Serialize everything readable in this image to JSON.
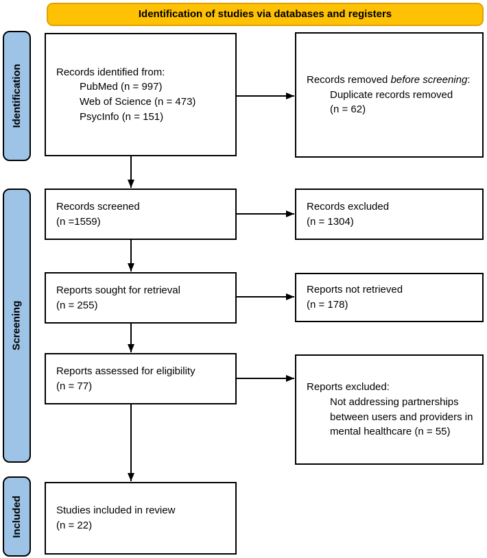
{
  "banner": {
    "title": "Identification of studies via databases and registers",
    "bg_color": "#FFC103"
  },
  "stage_bg_color": "#9DC3E6",
  "stages": [
    {
      "label": "Identification"
    },
    {
      "label": "Screening"
    },
    {
      "label": "Included"
    }
  ],
  "boxes": {
    "records_identified": {
      "heading": "Records identified from:",
      "items": [
        "PubMed (n = 997)",
        "Web of Science (n = 473)",
        "PsycInfo (n = 151)"
      ]
    },
    "records_removed": {
      "text_before_italic": "Records removed ",
      "text_italic": "before screening",
      "text_after_italic": ":",
      "items": [
        "Duplicate records removed (n = 62)"
      ]
    },
    "records_screened": {
      "line1": "Records screened",
      "line2": "(n =1559)"
    },
    "records_excluded": {
      "line1": "Records excluded",
      "line2": "(n = 1304)"
    },
    "reports_sought": {
      "line1": "Reports sought for retrieval",
      "line2": "(n = 255)"
    },
    "reports_not_retrieved": {
      "line1": "Reports not retrieved",
      "line2": "(n = 178)"
    },
    "reports_assessed": {
      "line1": "Reports assessed for eligibility",
      "line2": "(n = 77)"
    },
    "reports_excluded": {
      "heading": "Reports excluded:",
      "items": [
        "Not addressing partnerships between users and providers in mental healthcare (n = 55)"
      ]
    },
    "studies_included": {
      "line1": "Studies included in review",
      "line2": "(n = 22)"
    }
  }
}
